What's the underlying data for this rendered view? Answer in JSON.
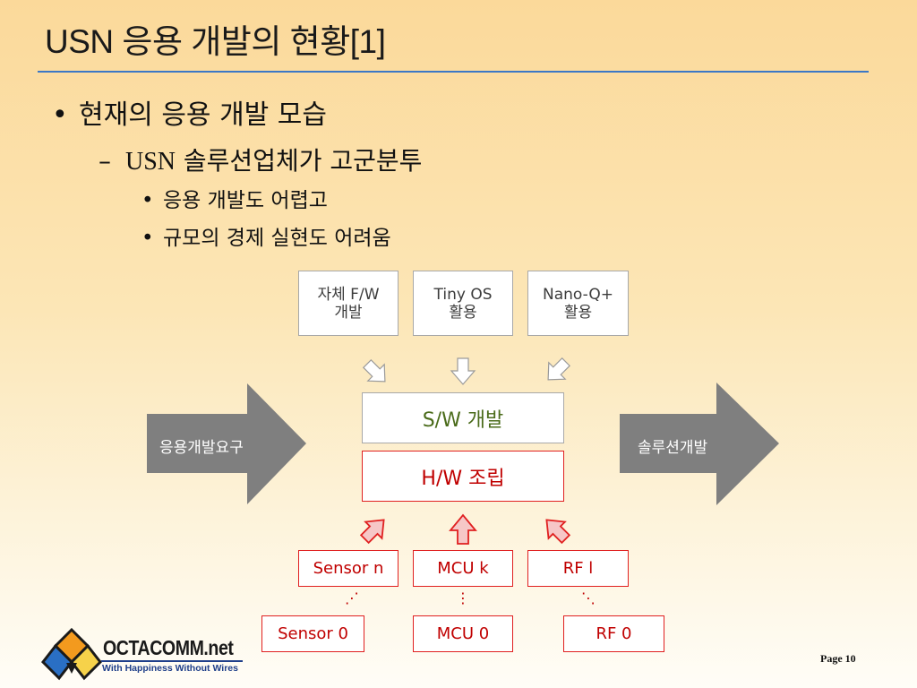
{
  "slide": {
    "title": "USN 응용 개발의 현황[1]",
    "bullet1": "현재의 응용 개발 모습",
    "bullet2_prefix": "USN",
    "bullet2_text": " 솔루션업체가 고군분투",
    "sub_bullets": [
      "응용 개발도 어렵고",
      "규모의 경제 실현도 어려움"
    ]
  },
  "diagram": {
    "top_boxes": [
      {
        "line1": "자체 F/W",
        "line2": "개발"
      },
      {
        "line1": "Tiny OS",
        "line2": "활용"
      },
      {
        "line1": "Nano-Q+",
        "line2": "활용"
      }
    ],
    "sw_label": "S/W 개발",
    "hw_label": "H/W 조립",
    "left_arrow": "응용개발요구",
    "right_arrow": "솔루션개발",
    "hw_top": [
      "Sensor n",
      "MCU k",
      "RF l"
    ],
    "hw_bottom": [
      "Sensor 0",
      "MCU 0",
      "RF 0"
    ],
    "colors": {
      "red": "#e02020",
      "gray_arrow": "#7f7f7f",
      "title_rule": "#3b78c6"
    }
  },
  "footer": {
    "logo_name": "OCTACOMM.net",
    "logo_tagline": "With Happiness Without Wires",
    "page_label": "Page 10"
  }
}
